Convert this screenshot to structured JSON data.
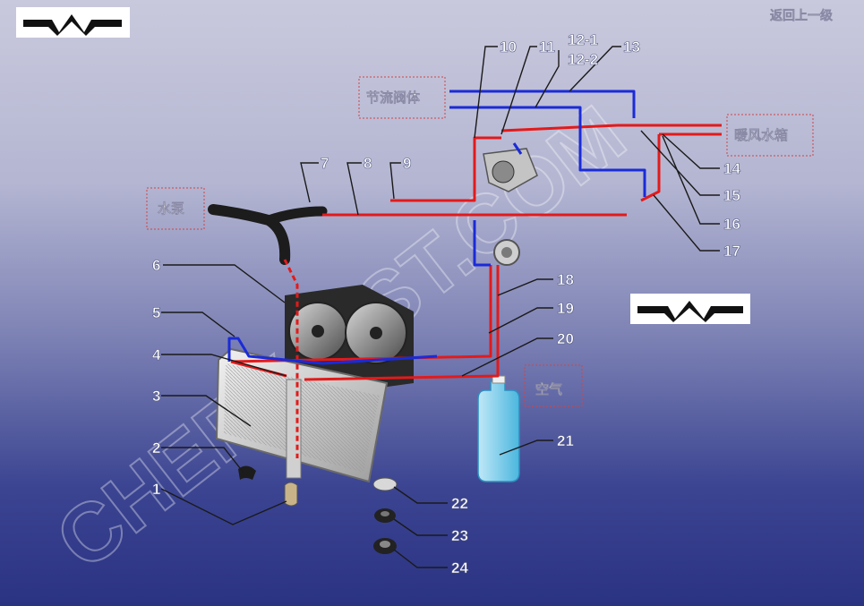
{
  "nav": {
    "back_label": "返回上一级"
  },
  "boxes": {
    "throttle_body": "节流阀体",
    "heater_core": "暖风水箱",
    "water_pump": "水泵",
    "air": "空气"
  },
  "parts": {
    "p1": "1",
    "p2": "2",
    "p3": "3",
    "p4": "4",
    "p5": "5",
    "p6": "6",
    "p7": "7",
    "p8": "8",
    "p9": "9",
    "p10": "10",
    "p11": "11",
    "p12_1": "12-1",
    "p12_2": "12-2",
    "p13": "13",
    "p14": "14",
    "p15": "15",
    "p16": "16",
    "p17": "17",
    "p18": "18",
    "p19": "19",
    "p20": "20",
    "p21": "21",
    "p22": "22",
    "p23": "23",
    "p24": "24"
  },
  "watermark": "CHERY-LIST.COM",
  "colors": {
    "hot_line": "#e31a1a",
    "cold_line": "#1a2bd8",
    "box_border": "#d24444"
  },
  "icons": {
    "logo_top_left": "chery-logo-icon",
    "logo_right": "chery-logo-icon"
  }
}
